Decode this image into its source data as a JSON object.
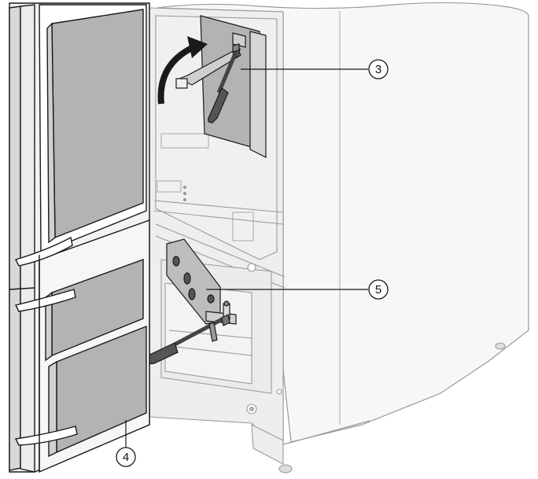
{
  "callouts": [
    {
      "id": "callout-3",
      "number": "3"
    },
    {
      "id": "callout-5",
      "number": "5"
    },
    {
      "id": "callout-4",
      "number": "4"
    }
  ],
  "colors": {
    "line": "#1a1a1a",
    "panel_gray": "#b3b3b3",
    "panel_light": "#e6e6e6",
    "body_fill": "#f4f4f4",
    "tool_dark": "#444444",
    "background": "#ffffff"
  }
}
